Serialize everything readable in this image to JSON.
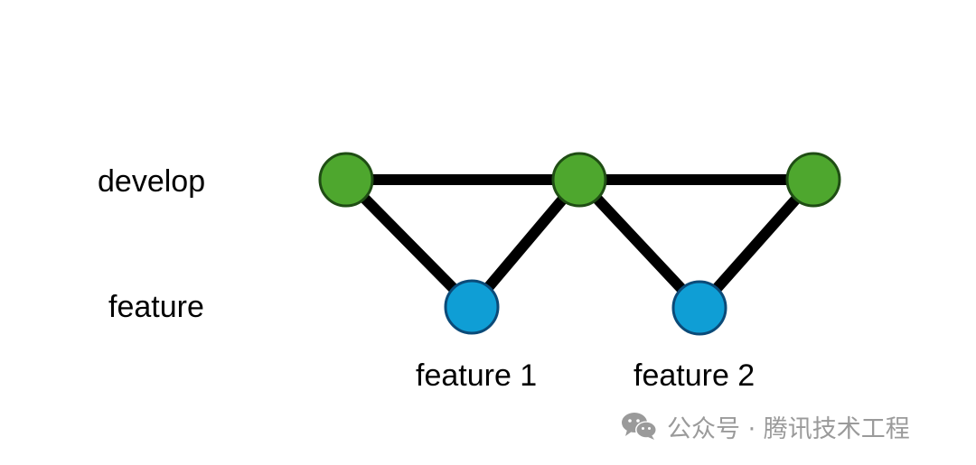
{
  "branches": {
    "develop": "develop",
    "feature": "feature"
  },
  "feature_labels": [
    "feature 1",
    "feature 2"
  ],
  "colors": {
    "develop_node": "#4ea72e",
    "feature_node": "#0f9ed5",
    "edge": "#000000",
    "watermark": "#9a9a9a"
  },
  "watermark": {
    "text": "公众号 · 腾讯技术工程",
    "icon": "wechat-icon"
  }
}
